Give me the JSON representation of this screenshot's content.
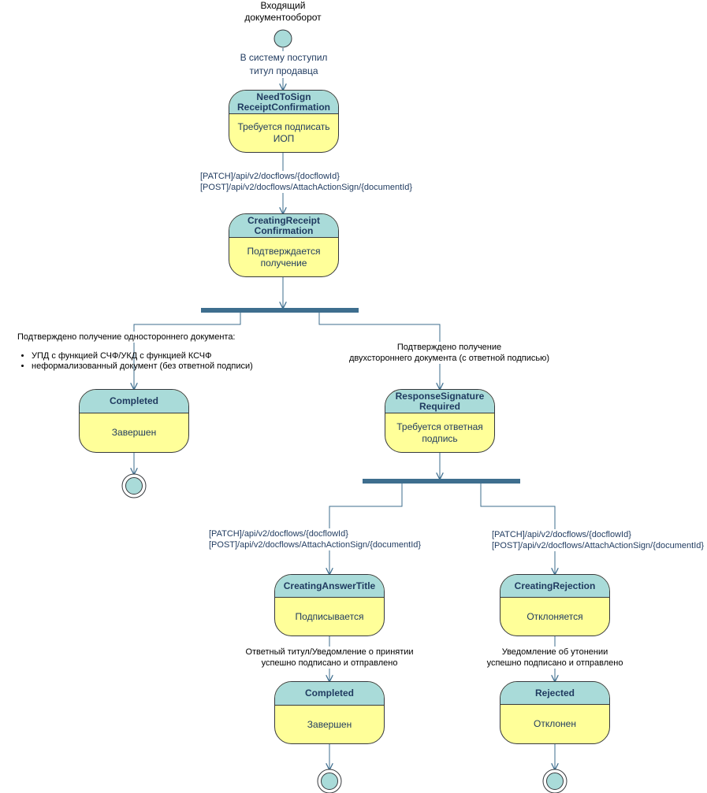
{
  "header": {
    "line1": "Входящий",
    "line2": "документооборот"
  },
  "start_label": {
    "line1": "В систему поступил",
    "line2": "титул продавца"
  },
  "states": {
    "need_to_sign": {
      "title1": "NeedToSign",
      "title2": "ReceiptConfirmation",
      "body1": "Требуется подписать",
      "body2": "ИОП"
    },
    "creating_receipt": {
      "title1": "CreatingReceipt",
      "title2": "Confirmation",
      "body1": "Подтверждается",
      "body2": "получение"
    },
    "completed_left": {
      "title": "Completed",
      "body": "Завершен"
    },
    "response_signature": {
      "title1": "ResponseSignature",
      "title2": "Required",
      "body1": "Требуется ответная",
      "body2": "подпись"
    },
    "creating_answer": {
      "title": "CreatingAnswerTitle",
      "body": "Подписывается"
    },
    "creating_rejection": {
      "title": "CreatingRejection",
      "body": "Отклоняется"
    },
    "completed_bottom": {
      "title": "Completed",
      "body": "Завершен"
    },
    "rejected": {
      "title": "Rejected",
      "body": "Отклонен"
    }
  },
  "transitions": {
    "sign_receipt": {
      "line1": "[PATCH]/api/v2/docflows/{docflowId}",
      "line2": "[POST]/api/v2/docflows/AttachActionSign/{documentId}"
    },
    "one_sided": {
      "heading": "Подтверждено получение одностороннего документа:",
      "items": [
        "УПД с функцией СЧФ/УКД с функцией КСЧФ",
        "неформализованный документ (без ответной подписи)"
      ]
    },
    "two_sided": {
      "line1": "Подтверждено получение",
      "line2": "двухстороннего документа (с ответной подписью)"
    },
    "answer_api": {
      "line1": "[PATCH]/api/v2/docflows/{docflowId}",
      "line2": "[POST]/api/v2/docflows/AttachActionSign/{documentId}"
    },
    "reject_api": {
      "line1": "[PATCH]/api/v2/docflows/{docflowId}",
      "line2": "[POST]/api/v2/docflows/AttachActionSign/{documentId}"
    },
    "answer_done": {
      "line1": "Ответный титул/Уведомление о принятии",
      "line2": "успешно подписано и отправлено"
    },
    "reject_done": {
      "line1": "Уведомление об утонении",
      "line2": "успешно подписано и отправлено"
    }
  }
}
